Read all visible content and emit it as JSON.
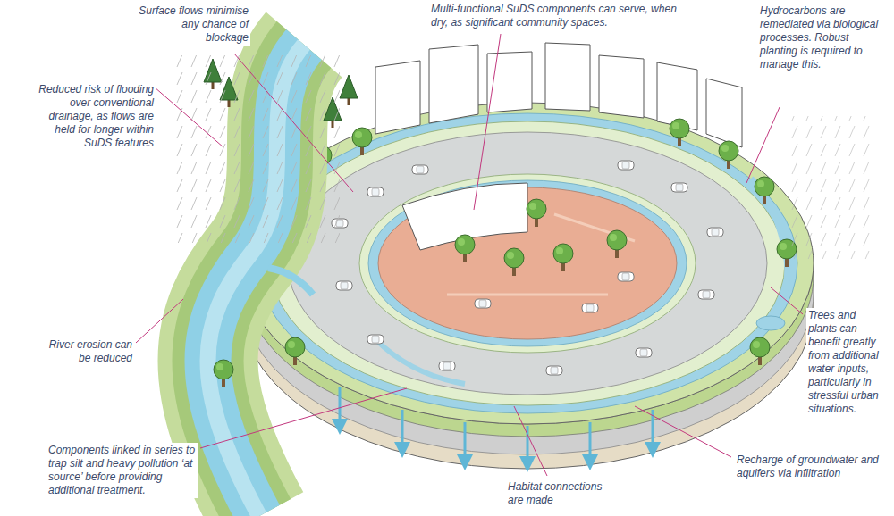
{
  "diagram": {
    "labels": [
      "Surface flows minimise any chance of blockage",
      "Multi-functional SuDS components can serve, when dry, as significant community spaces.",
      "Hydrocarbons are remediated via biological processes. Robust planting is required to manage this.",
      "Reduced risk of flooding over conventional drainage, as flows are held for longer within SuDS features",
      "Trees and plants can benefit greatly from additional water inputs, particularly in stressful urban situations.",
      "River erosion can be reduced",
      "Components linked in series to trap silt and heavy pollution ‘at source’ before providing additional treatment.",
      "Recharge of groundwater and aquifers via infiltration",
      "Habitat connections are made"
    ]
  }
}
